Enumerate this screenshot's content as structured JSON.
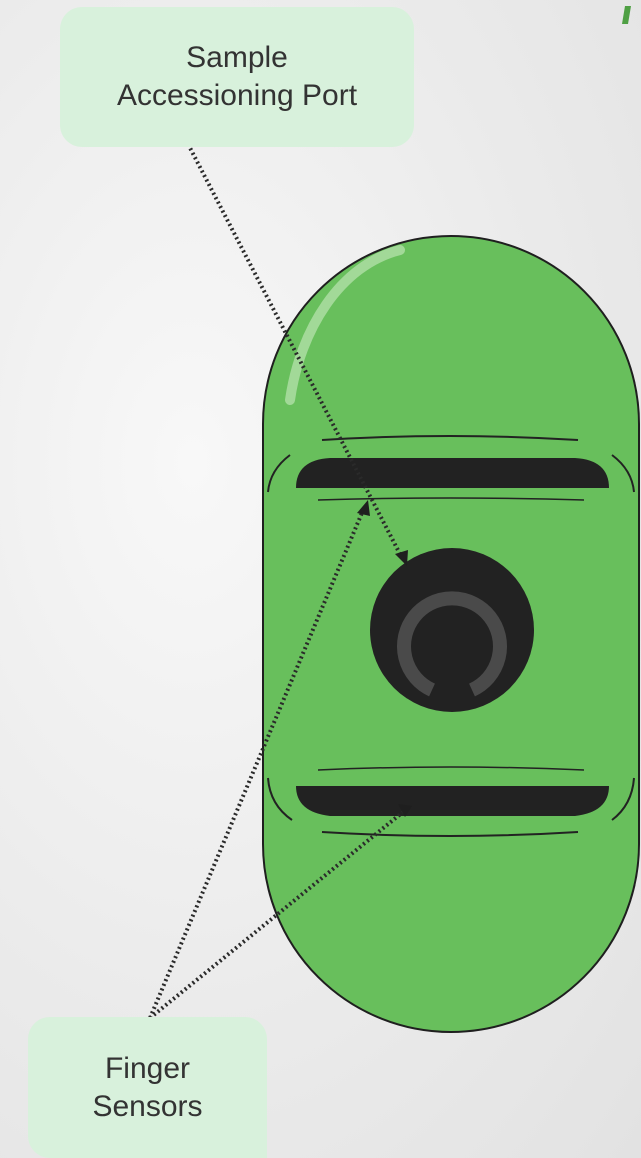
{
  "labels": {
    "sample_port": {
      "line1": "Sample",
      "line2": "Accessioning Port"
    },
    "finger_sensors": {
      "line1": "Finger",
      "line2": "Sensors"
    }
  },
  "colors": {
    "background": "#ececec",
    "device_body": "#68bf5c",
    "device_outline": "#1f1f1f",
    "label_fill": "#d8f1dc",
    "label_text": "#333333",
    "dark_parts": "#222222"
  }
}
